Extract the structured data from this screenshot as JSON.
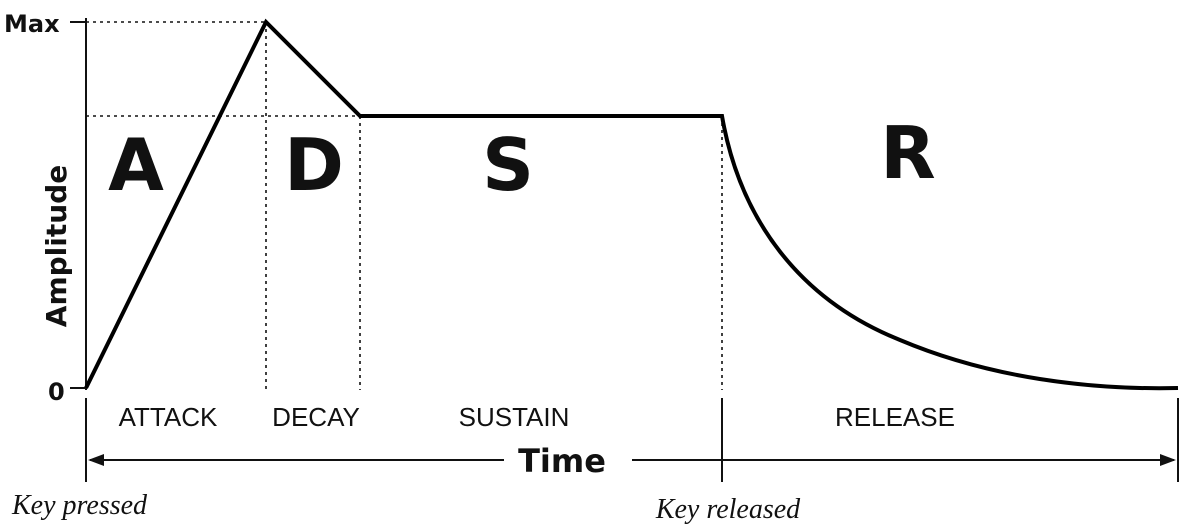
{
  "y_axis": {
    "label": "Amplitude",
    "max_label": "Max",
    "zero_label": "0"
  },
  "phases": [
    {
      "letter": "A",
      "name": "ATTACK"
    },
    {
      "letter": "D",
      "name": "DECAY"
    },
    {
      "letter": "S",
      "name": "SUSTAIN"
    },
    {
      "letter": "R",
      "name": "RELEASE"
    }
  ],
  "time_axis": {
    "label": "Time"
  },
  "events": {
    "key_pressed": "Key pressed",
    "key_released": "Key released"
  }
}
